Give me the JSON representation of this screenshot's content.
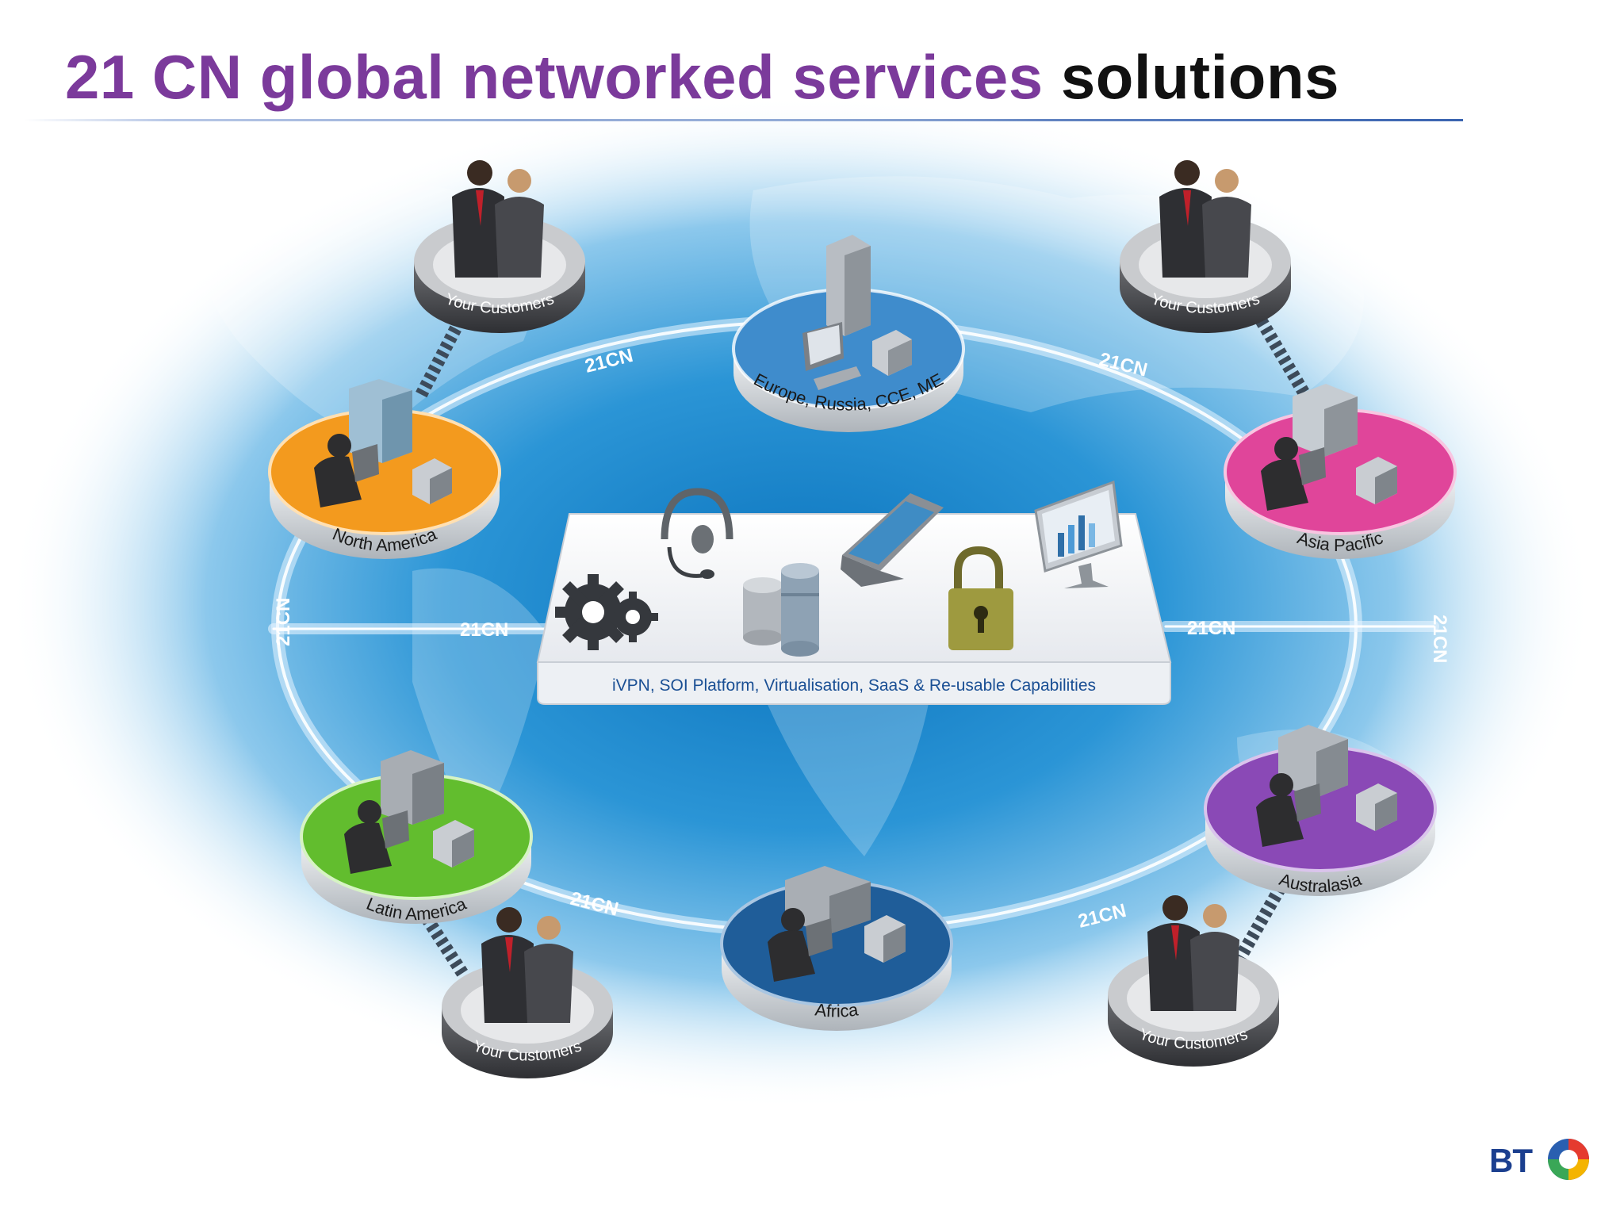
{
  "title": {
    "part1": "21 CN global networked services",
    "part2": "solutions"
  },
  "link_label": "21CN",
  "platform": {
    "caption": "iVPN, SOI Platform, Virtualisation, SaaS & Re-usable Capabilities",
    "icons": [
      "gears-icon",
      "headset-icon",
      "database-icon",
      "mobile-phone-icon",
      "padlock-icon",
      "monitor-chart-icon"
    ]
  },
  "regions": [
    {
      "id": "europe",
      "label": "Europe, Russia, CCE, ME",
      "color": "#3f8ccc"
    },
    {
      "id": "north-america",
      "label": "North America",
      "color": "#f39a1e"
    },
    {
      "id": "asia-pacific",
      "label": "Asia Pacific",
      "color": "#e0459a"
    },
    {
      "id": "latin-america",
      "label": "Latin America",
      "color": "#62bd2e"
    },
    {
      "id": "africa",
      "label": "Africa",
      "color": "#1f5d99"
    },
    {
      "id": "australasia",
      "label": "Australasia",
      "color": "#8a49b6"
    }
  ],
  "customers": [
    {
      "id": "top-left",
      "label": "Your Customers"
    },
    {
      "id": "top-right",
      "label": "Your Customers"
    },
    {
      "id": "bottom-left",
      "label": "Your Customers"
    },
    {
      "id": "bottom-right",
      "label": "Your Customers"
    }
  ],
  "logo": {
    "text": "BT"
  }
}
